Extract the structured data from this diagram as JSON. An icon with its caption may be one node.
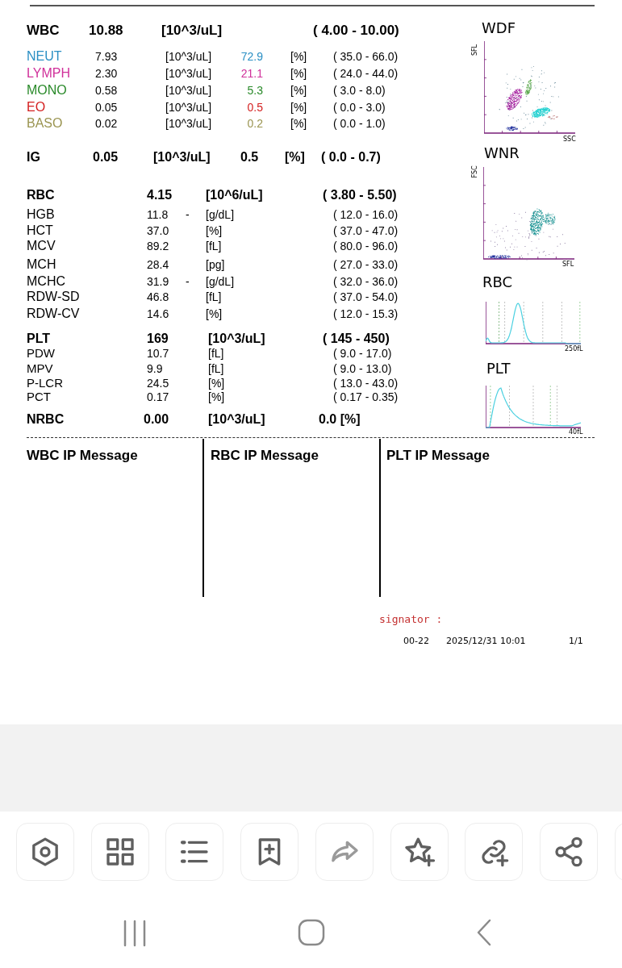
{
  "diagram": {
    "nodes": [
      {
        "text": [
          "WBC IP Message"
        ]
      },
      {
        "text": [
          "RBC IP Message"
        ]
      },
      {
        "text": [
          "PLT IP Message"
        ]
      }
    ],
    "edges": [],
    "labels": [
      "WBC",
      "10.88",
      "[10^3/uL]",
      "( 4.00 - 10.00)",
      "NEUT",
      "7.93",
      "[10^3/uL]",
      "72.9",
      "[%]",
      "( 35.0 - 66.0)",
      "LYMPH",
      "2.30",
      "[10^3/uL]",
      "21.1",
      "[%]",
      "( 24.0 - 44.0)",
      "MONO",
      "0.58",
      "[10^3/uL]",
      "5.3",
      "[%]",
      "( 3.0 - 8.0)",
      "EO",
      "0.05",
      "[10^3/uL]",
      "0.5",
      "[%]",
      "( 0.0 - 3.0)",
      "BASO",
      "0.02",
      "[10^3/uL]",
      "0.2",
      "[%]",
      "( 0.0 - 1.0)",
      "IG",
      "0.05",
      "[10^3/uL]",
      "0.5",
      "[%]",
      "( 0.0 - 0.7)",
      "RBC",
      "4.15",
      "[10^6/uL]",
      "( 3.80 - 5.50)",
      "HGB",
      "11.8",
      "-",
      "[g/dL]",
      "( 12.0 - 16.0)",
      "HCT",
      "37.0",
      "[%]",
      "( 37.0 - 47.0)",
      "MCV",
      "89.2",
      "[fL]",
      "( 80.0 - 96.0)",
      "MCH",
      "28.4",
      "[pg]",
      "( 27.0 - 33.0)",
      "MCHC",
      "31.9",
      "-",
      "[g/dL]",
      "( 32.0 - 36.0)",
      "RDW-SD",
      "46.8",
      "[fL]",
      "( 37.0 - 54.0)",
      "RDW-CV",
      "14.6",
      "[%]",
      "( 12.0 - 15.3)",
      "PLT",
      "169",
      "[10^3/uL]",
      "( 145 - 450)",
      "PDW",
      "10.7",
      "[fL]",
      "( 9.0 - 17.0)",
      "MPV",
      "9.9",
      "[fL]",
      "( 9.0 - 13.0)",
      "P-LCR",
      "24.5",
      "[%]",
      "( 13.0 - 43.0)",
      "PCT",
      "0.17",
      "[%]",
      "( 0.17 - 0.35)",
      "NRBC",
      "0.00",
      "[10^3/uL]",
      "0.0 [%]",
      "WDF",
      "SFL",
      "SSC",
      "WNR",
      "FSC",
      "SFL",
      "RBC",
      "250fL",
      "PLT",
      "40fL",
      "signator :",
      "00-22",
      "2025/12/31 10:01",
      "1/1"
    ]
  }
}
